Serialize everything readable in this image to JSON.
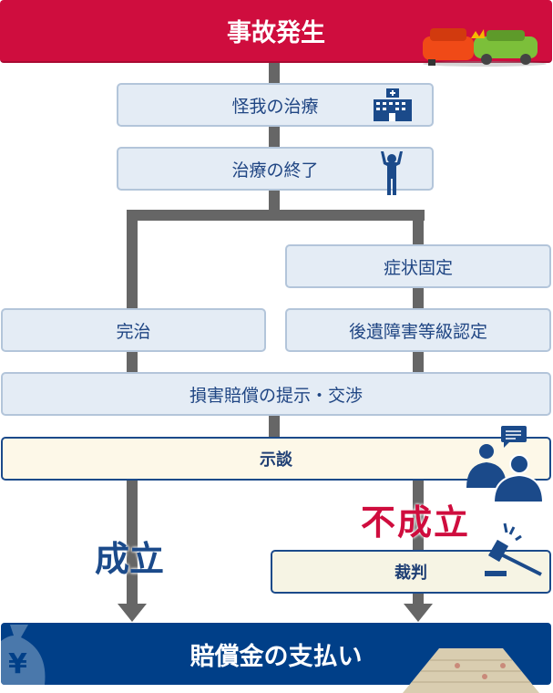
{
  "steps": {
    "accident": "事故発生",
    "injury_treatment": "怪我の治療",
    "treatment_end": "治療の終了",
    "symptom_fixed": "症状固定",
    "full_recovery": "完治",
    "disability_certification": "後遺障害等級認定",
    "damages_offer": "損害賠償の提示・交渉",
    "settlement": "示談",
    "trial": "裁判",
    "payment": "賠償金の支払い"
  },
  "outcomes": {
    "success": "成立",
    "failure": "不成立"
  },
  "colors": {
    "accident_red": "#cf0d3e",
    "navy": "#003f88",
    "connector": "#666666"
  },
  "icons": {
    "yen": "¥"
  }
}
